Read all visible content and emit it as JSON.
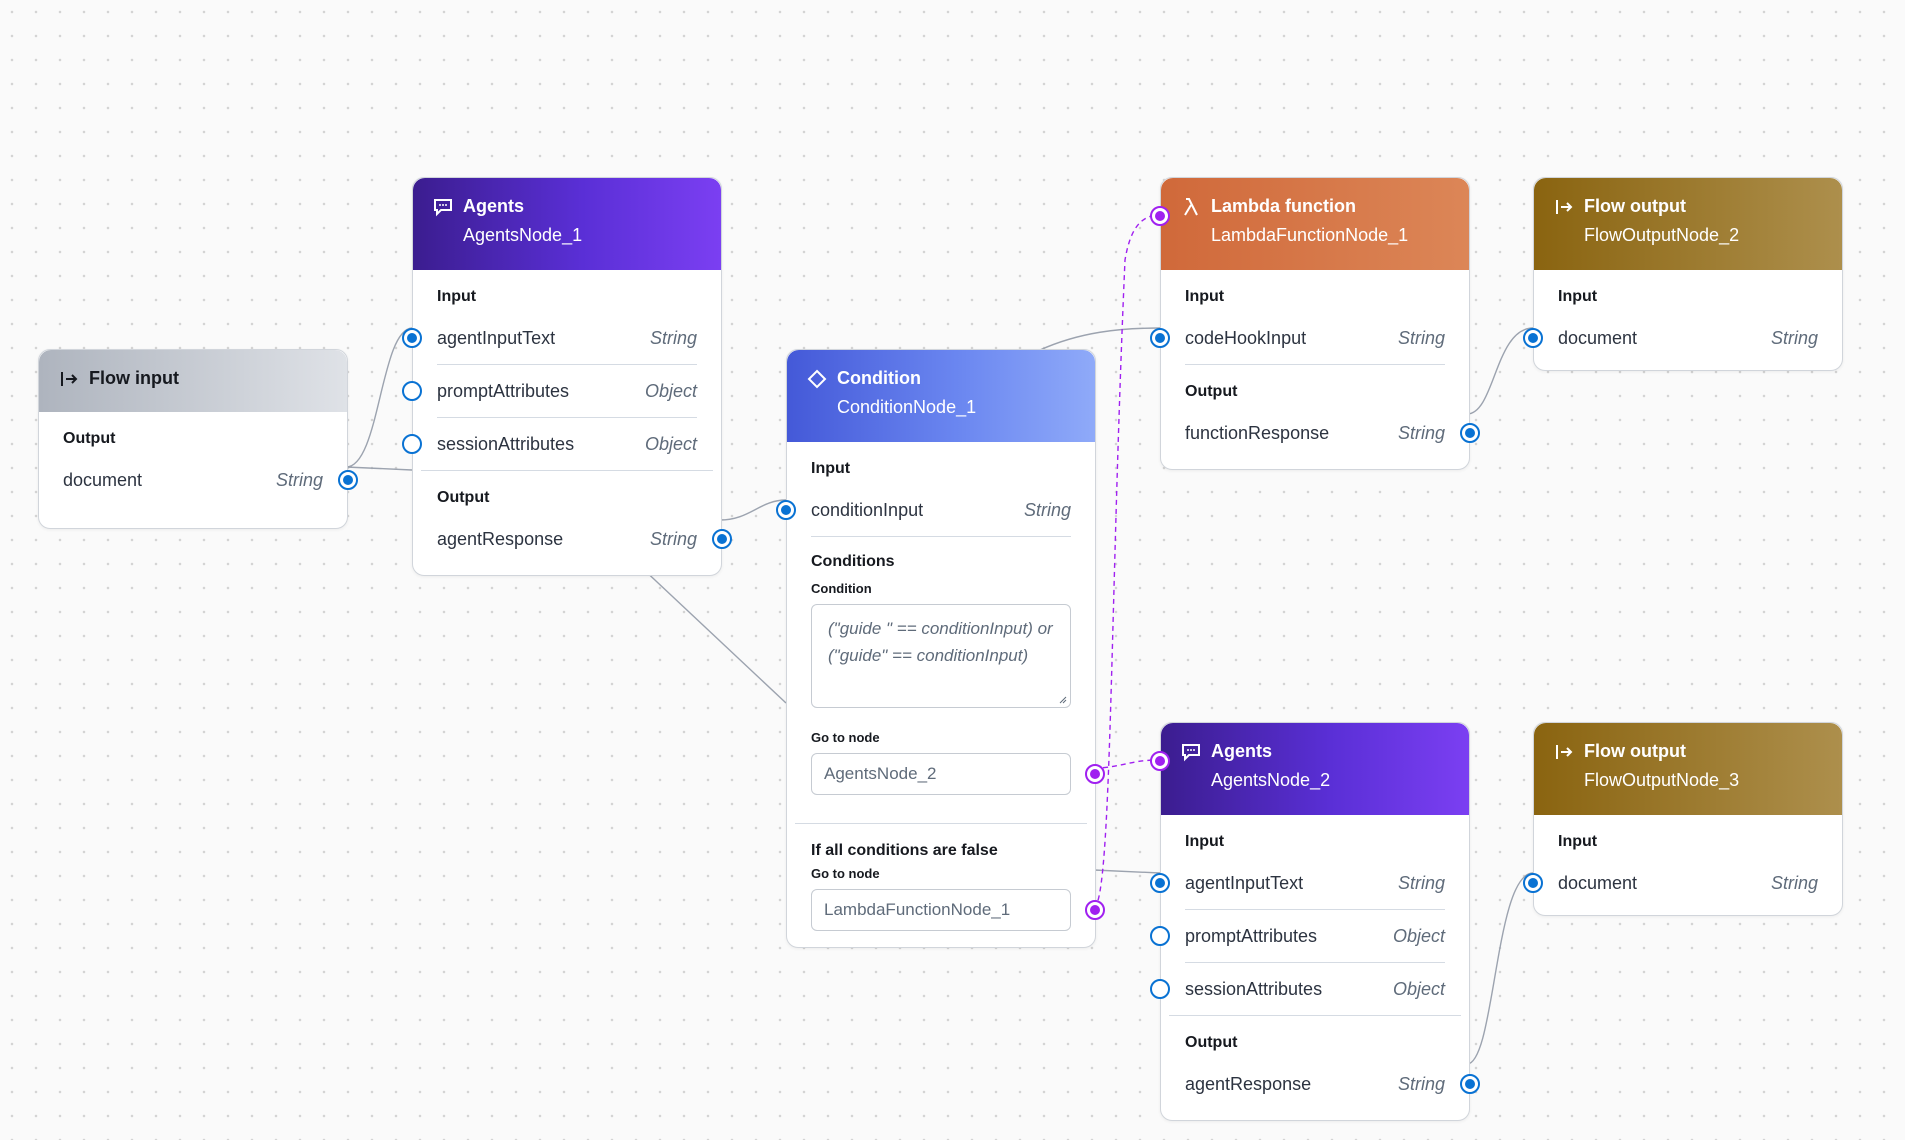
{
  "flow_input": {
    "title": "Flow input",
    "output_section": "Output",
    "outputs": [
      {
        "name": "document",
        "type": "String"
      }
    ]
  },
  "agents_1": {
    "title": "Agents",
    "subtitle": "AgentsNode_1",
    "input_section": "Input",
    "inputs": [
      {
        "name": "agentInputText",
        "type": "String"
      },
      {
        "name": "promptAttributes",
        "type": "Object"
      },
      {
        "name": "sessionAttributes",
        "type": "Object"
      }
    ],
    "output_section": "Output",
    "outputs": [
      {
        "name": "agentResponse",
        "type": "String"
      }
    ]
  },
  "condition": {
    "title": "Condition",
    "subtitle": "ConditionNode_1",
    "input_section": "Input",
    "inputs": [
      {
        "name": "conditionInput",
        "type": "String"
      }
    ],
    "conditions_section": "Conditions",
    "condition_label": "Condition",
    "condition_expression": "(\"guide \" == conditionInput) or (\"guide\" == conditionInput)",
    "goto_label": "Go to node",
    "goto_value": "AgentsNode_2",
    "else_section": "If all conditions are false",
    "else_goto_label": "Go to node",
    "else_goto_value": "LambdaFunctionNode_1"
  },
  "lambda": {
    "title": "Lambda function",
    "subtitle": "LambdaFunctionNode_1",
    "input_section": "Input",
    "inputs": [
      {
        "name": "codeHookInput",
        "type": "String"
      }
    ],
    "output_section": "Output",
    "outputs": [
      {
        "name": "functionResponse",
        "type": "String"
      }
    ]
  },
  "flow_output_2": {
    "title": "Flow output",
    "subtitle": "FlowOutputNode_2",
    "input_section": "Input",
    "inputs": [
      {
        "name": "document",
        "type": "String"
      }
    ]
  },
  "agents_2": {
    "title": "Agents",
    "subtitle": "AgentsNode_2",
    "input_section": "Input",
    "inputs": [
      {
        "name": "agentInputText",
        "type": "String"
      },
      {
        "name": "promptAttributes",
        "type": "Object"
      },
      {
        "name": "sessionAttributes",
        "type": "Object"
      }
    ],
    "output_section": "Output",
    "outputs": [
      {
        "name": "agentResponse",
        "type": "String"
      }
    ]
  },
  "flow_output_3": {
    "title": "Flow output",
    "subtitle": "FlowOutputNode_3",
    "input_section": "Input",
    "inputs": [
      {
        "name": "document",
        "type": "String"
      }
    ]
  },
  "colors": {
    "port_blue": "#0972d3",
    "port_purple": "#a020f0",
    "edge_gray": "#9ca3af"
  },
  "icons": {
    "flow_io": "arrow-into-bar-icon",
    "agents": "chat-bubble-icon",
    "lambda": "lambda-icon",
    "condition": "diamond-icon"
  }
}
